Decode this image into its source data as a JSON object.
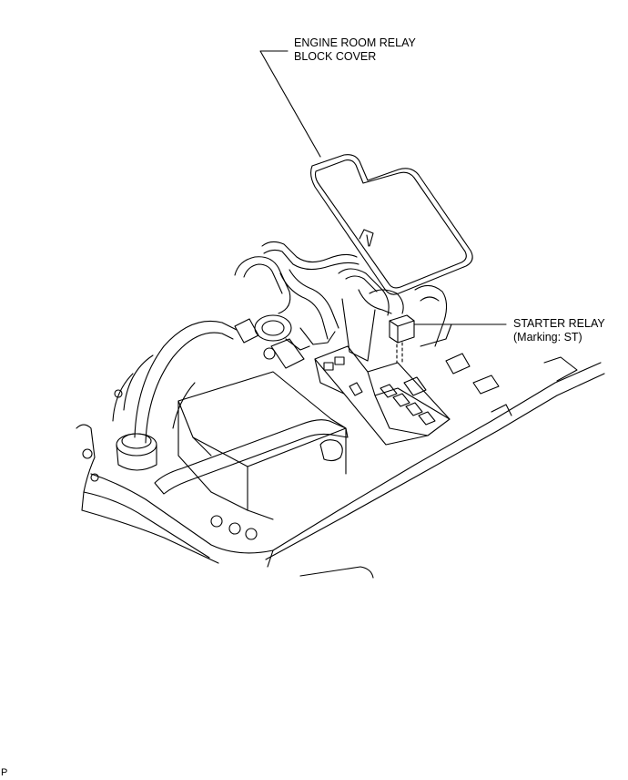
{
  "callouts": {
    "cover": {
      "line1": "ENGINE ROOM RELAY",
      "line2": "BLOCK COVER"
    },
    "relay": {
      "line1": "STARTER RELAY",
      "line2": "(Marking: ST)"
    }
  },
  "figure_code": "P"
}
